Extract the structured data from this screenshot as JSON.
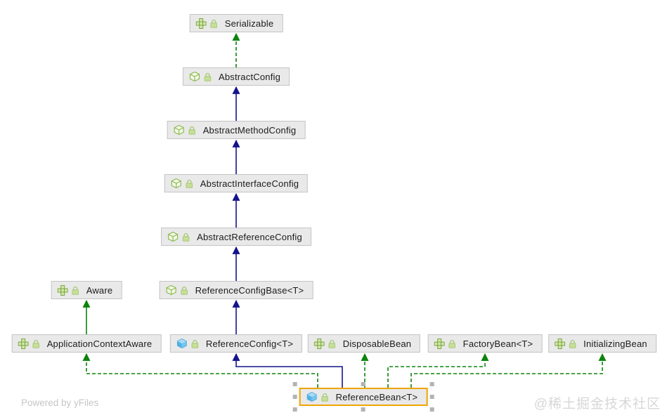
{
  "diagram": {
    "type": "uml-class-hierarchy",
    "powered_by": "Powered by yFiles",
    "site_watermark": "@稀土掘金技术社区"
  },
  "colors": {
    "extends_edge": "#14148a",
    "implements_edge": "#0c830c",
    "selection_border": "#f0a502",
    "node_background": "#e9e9e9",
    "node_border": "#c4c4c4",
    "class_icon_blue": "#4fb3e8",
    "interface_icon_green": "#7aa63c"
  },
  "nodes": [
    {
      "label": "Serializable",
      "kind": "interface",
      "icons": [
        "interface-icon",
        "lock-icon"
      ]
    },
    {
      "label": "AbstractConfig",
      "kind": "abstract-class",
      "icons": [
        "abstract-class-icon",
        "lock-icon"
      ]
    },
    {
      "label": "AbstractMethodConfig",
      "kind": "abstract-class",
      "icons": [
        "abstract-class-icon",
        "lock-icon"
      ]
    },
    {
      "label": "AbstractInterfaceConfig",
      "kind": "abstract-class",
      "icons": [
        "abstract-class-icon",
        "lock-icon"
      ]
    },
    {
      "label": "AbstractReferenceConfig",
      "kind": "abstract-class",
      "icons": [
        "abstract-class-icon",
        "lock-icon"
      ]
    },
    {
      "label": "ReferenceConfigBase<T>",
      "kind": "abstract-class",
      "icons": [
        "abstract-class-icon",
        "lock-icon"
      ]
    },
    {
      "label": "Aware",
      "kind": "interface",
      "icons": [
        "interface-icon",
        "lock-icon"
      ]
    },
    {
      "label": "ApplicationContextAware",
      "kind": "interface",
      "icons": [
        "interface-icon",
        "lock-icon"
      ]
    },
    {
      "label": "ReferenceConfig<T>",
      "kind": "class",
      "icons": [
        "class-icon",
        "lock-icon"
      ]
    },
    {
      "label": "DisposableBean",
      "kind": "interface",
      "icons": [
        "interface-icon",
        "lock-icon"
      ]
    },
    {
      "label": "FactoryBean<T>",
      "kind": "interface",
      "icons": [
        "interface-icon",
        "lock-icon"
      ]
    },
    {
      "label": "InitializingBean",
      "kind": "interface",
      "icons": [
        "interface-icon",
        "lock-icon"
      ]
    },
    {
      "label": "ReferenceBean<T>",
      "kind": "class",
      "selected": true,
      "icons": [
        "class-icon",
        "lock-icon"
      ]
    }
  ],
  "edges": [
    {
      "from": "AbstractConfig",
      "to": "Serializable",
      "type": "implements"
    },
    {
      "from": "AbstractMethodConfig",
      "to": "AbstractConfig",
      "type": "extends"
    },
    {
      "from": "AbstractInterfaceConfig",
      "to": "AbstractMethodConfig",
      "type": "extends"
    },
    {
      "from": "AbstractReferenceConfig",
      "to": "AbstractInterfaceConfig",
      "type": "extends"
    },
    {
      "from": "ReferenceConfigBase<T>",
      "to": "AbstractReferenceConfig",
      "type": "extends"
    },
    {
      "from": "ReferenceConfig<T>",
      "to": "ReferenceConfigBase<T>",
      "type": "extends"
    },
    {
      "from": "ApplicationContextAware",
      "to": "Aware",
      "type": "extends"
    },
    {
      "from": "ReferenceBean<T>",
      "to": "ApplicationContextAware",
      "type": "implements"
    },
    {
      "from": "ReferenceBean<T>",
      "to": "ReferenceConfig<T>",
      "type": "extends"
    },
    {
      "from": "ReferenceBean<T>",
      "to": "DisposableBean",
      "type": "implements"
    },
    {
      "from": "ReferenceBean<T>",
      "to": "FactoryBean<T>",
      "type": "implements"
    },
    {
      "from": "ReferenceBean<T>",
      "to": "InitializingBean",
      "type": "implements"
    }
  ]
}
